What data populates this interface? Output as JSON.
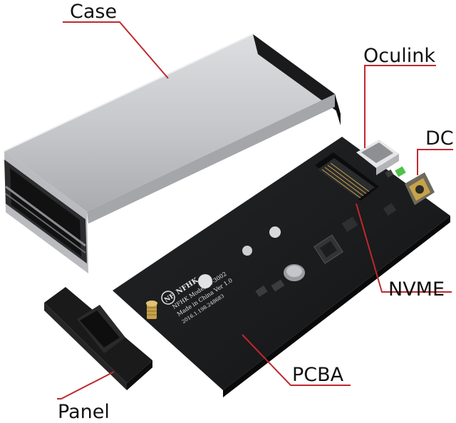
{
  "callouts": {
    "case": "Case",
    "oculink": "Oculink",
    "dc": "DC",
    "nvme": "NVME",
    "pcba": "PCBA",
    "panel": "Panel"
  },
  "board_print": {
    "brand": "NFHK",
    "model": "NFHK Model: N-3002",
    "origin": "Made in China  Ver 1.0",
    "date": "2016.1.198.248683"
  },
  "colors": {
    "leader_line": "#c0282e",
    "case_silver": "#c9cbcd",
    "pcb_black": "#1b1c1e",
    "panel_black": "#1a1a1a",
    "connector_gold": "#c8a24a"
  }
}
